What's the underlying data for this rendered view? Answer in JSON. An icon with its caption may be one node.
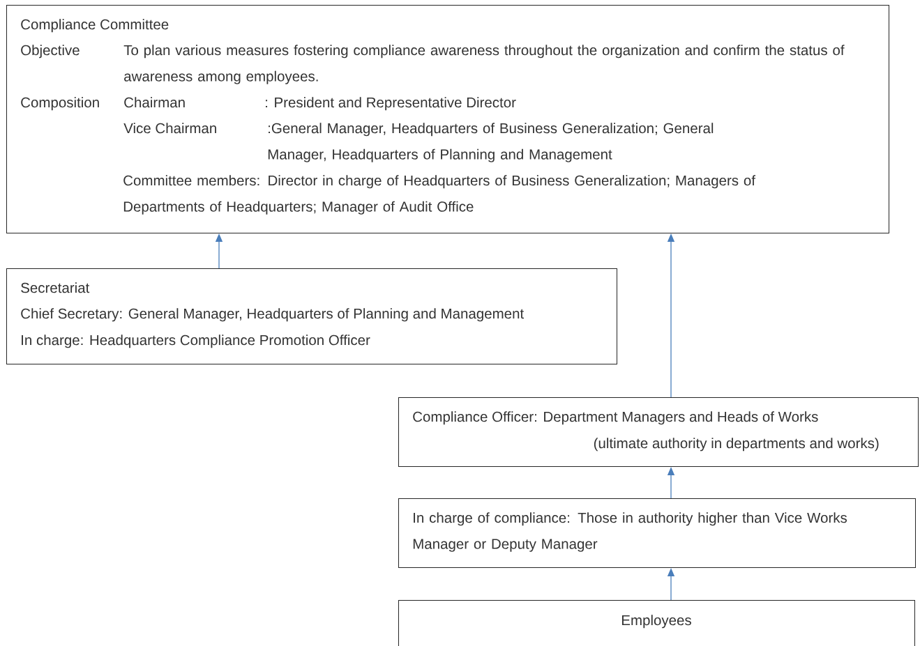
{
  "diagram": {
    "nodes": [
      {
        "text": [
          "Compliance Committee",
          "Objective",
          "To plan various measures fostering compliance awareness throughout the organization and confirm the status of awareness among employees.",
          "Composition",
          "Chairman",
          ": President and Representative Director",
          "Vice Chairman",
          ":General Manager, Headquarters of Business Generalization; General Manager, Headquarters of Planning and Management",
          "Committee members: Director in charge of Headquarters of Business Generalization; Managers of Departments of Headquarters; Manager of Audit Office"
        ]
      },
      {
        "text": [
          "Secretariat",
          "Chief Secretary: General Manager, Headquarters of Planning and Management",
          "In charge: Headquarters Compliance Promotion Officer"
        ]
      },
      {
        "text": [
          "Compliance Officer: Department Managers and Heads of Works",
          "(ultimate authority in departments and works)"
        ]
      },
      {
        "text": [
          "In charge of compliance: Those in authority higher than Vice Works Manager or Deputy Manager"
        ]
      },
      {
        "text": [
          "Employees"
        ]
      }
    ],
    "edges": [
      {
        "from": 1,
        "to": 0,
        "arrow": "to"
      },
      {
        "from": 2,
        "to": 0,
        "arrow": "to"
      },
      {
        "from": 3,
        "to": 2,
        "arrow": "to"
      },
      {
        "from": 4,
        "to": 3,
        "arrow": "to"
      }
    ]
  }
}
